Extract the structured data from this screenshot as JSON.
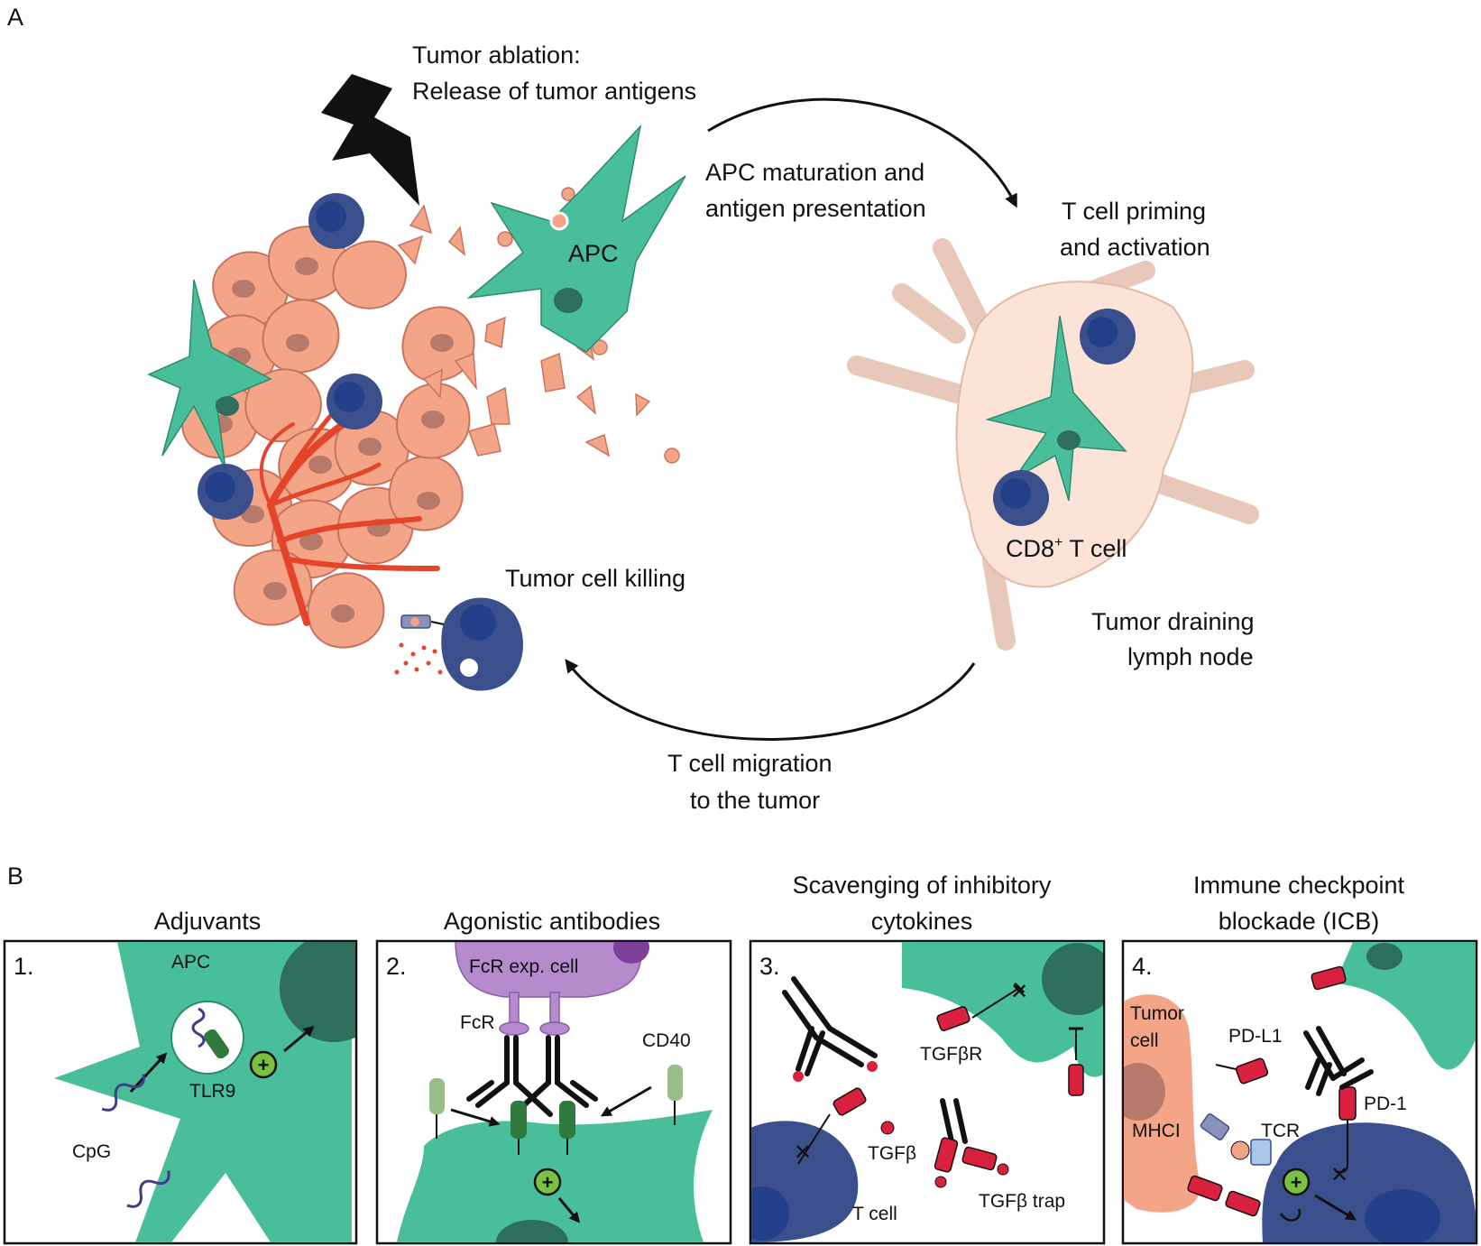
{
  "panel_a": {
    "letter": "A",
    "ablation_line1": "Tumor ablation:",
    "ablation_line2": "Release of tumor antigens",
    "apc_label": "APC",
    "maturation_line1": "APC maturation and",
    "maturation_line2": "antigen presentation",
    "priming_line1": "T cell priming",
    "priming_line2": "and activation",
    "cd8_label": "CD8",
    "cd8_sup": "+",
    "cd8_suffix": " T cell",
    "lymph_line1": "Tumor draining",
    "lymph_line2": "lymph node",
    "killing": "Tumor cell killing",
    "migration_line1": "T cell migration",
    "migration_line2": "to the tumor"
  },
  "panel_b": {
    "letter": "B",
    "boxes": [
      {
        "number": "1.",
        "title_line1": "",
        "title_line2": "Adjuvants",
        "labels": {
          "apc": "APC",
          "tlr9": "TLR9",
          "cpg": "CpG"
        }
      },
      {
        "number": "2.",
        "title_line1": "",
        "title_line2": "Agonistic antibodies",
        "labels": {
          "fcr_cell": "FcR exp. cell",
          "fcr": "FcR",
          "cd40": "CD40"
        }
      },
      {
        "number": "3.",
        "title_line1": "Scavenging of inhibitory",
        "title_line2": "cytokines",
        "labels": {
          "tgfbr": "TGFβR",
          "tgfb": "TGFβ",
          "tcell": "T cell",
          "trap": "TGFβ trap"
        }
      },
      {
        "number": "4.",
        "title_line1": "Immune checkpoint",
        "title_line2": "blockade (ICB)",
        "labels": {
          "tumor1": "Tumor",
          "tumor2": "cell",
          "pdl1": "PD-L1",
          "pd1": "PD-1",
          "mhci": "MHCI",
          "tcr": "TCR"
        }
      }
    ]
  },
  "colors": {
    "tumor": "#f4a487",
    "tumor_edge": "#c8735e",
    "tumor_nucleus": "#b77a6a",
    "apc": "#48bf9a",
    "apc_dark": "#2e6e5c",
    "tcell": "#3b4f8c",
    "tcell_nucleus": "#24408a",
    "lymph": "#fbe3d8",
    "vessel": "#e4442a",
    "receptor_red": "#d9203e",
    "receptor_green": "#2f7a3d",
    "fcr_cell": "#b58bcd",
    "plus_green": "#7ac143"
  }
}
